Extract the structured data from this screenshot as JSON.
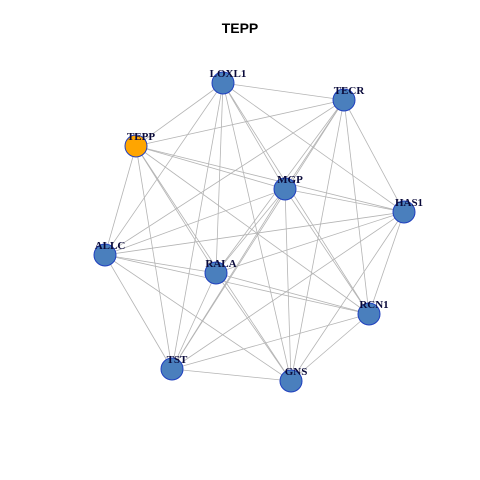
{
  "title": "TEPP",
  "colors": {
    "node_default": "#4a7fbd",
    "node_highlight": "#ffa500",
    "edge": "#b4b4b4",
    "label": "#0a0a3a"
  },
  "nodes": [
    {
      "id": "LOXL1",
      "label": "LOXL1",
      "highlight": false
    },
    {
      "id": "TECR",
      "label": "TECR",
      "highlight": false
    },
    {
      "id": "TEPP",
      "label": "TEPP",
      "highlight": true
    },
    {
      "id": "MGP",
      "label": "MGP",
      "highlight": false
    },
    {
      "id": "HAS1",
      "label": "HAS1",
      "highlight": false
    },
    {
      "id": "ALLC",
      "label": "ALLC",
      "highlight": false
    },
    {
      "id": "RALA",
      "label": "RALA",
      "highlight": false
    },
    {
      "id": "RCN1",
      "label": "RCN1",
      "highlight": false
    },
    {
      "id": "TST",
      "label": "TST",
      "highlight": false
    },
    {
      "id": "GNS",
      "label": "GNS",
      "highlight": false
    }
  ],
  "edges": [
    [
      "LOXL1",
      "TECR"
    ],
    [
      "LOXL1",
      "TEPP"
    ],
    [
      "LOXL1",
      "MGP"
    ],
    [
      "LOXL1",
      "HAS1"
    ],
    [
      "LOXL1",
      "ALLC"
    ],
    [
      "LOXL1",
      "RALA"
    ],
    [
      "LOXL1",
      "RCN1"
    ],
    [
      "LOXL1",
      "TST"
    ],
    [
      "LOXL1",
      "GNS"
    ],
    [
      "TECR",
      "TEPP"
    ],
    [
      "TECR",
      "MGP"
    ],
    [
      "TECR",
      "HAS1"
    ],
    [
      "TECR",
      "ALLC"
    ],
    [
      "TECR",
      "RALA"
    ],
    [
      "TECR",
      "RCN1"
    ],
    [
      "TECR",
      "TST"
    ],
    [
      "TECR",
      "GNS"
    ],
    [
      "TEPP",
      "MGP"
    ],
    [
      "TEPP",
      "HAS1"
    ],
    [
      "TEPP",
      "ALLC"
    ],
    [
      "TEPP",
      "RALA"
    ],
    [
      "TEPP",
      "RCN1"
    ],
    [
      "TEPP",
      "TST"
    ],
    [
      "TEPP",
      "GNS"
    ],
    [
      "MGP",
      "HAS1"
    ],
    [
      "MGP",
      "ALLC"
    ],
    [
      "MGP",
      "RALA"
    ],
    [
      "MGP",
      "RCN1"
    ],
    [
      "MGP",
      "TST"
    ],
    [
      "MGP",
      "GNS"
    ],
    [
      "HAS1",
      "ALLC"
    ],
    [
      "HAS1",
      "RALA"
    ],
    [
      "HAS1",
      "RCN1"
    ],
    [
      "HAS1",
      "TST"
    ],
    [
      "HAS1",
      "GNS"
    ],
    [
      "ALLC",
      "RALA"
    ],
    [
      "ALLC",
      "RCN1"
    ],
    [
      "ALLC",
      "TST"
    ],
    [
      "ALLC",
      "GNS"
    ],
    [
      "RALA",
      "RCN1"
    ],
    [
      "RALA",
      "TST"
    ],
    [
      "RALA",
      "GNS"
    ],
    [
      "RCN1",
      "TST"
    ],
    [
      "RCN1",
      "GNS"
    ],
    [
      "TST",
      "GNS"
    ]
  ]
}
